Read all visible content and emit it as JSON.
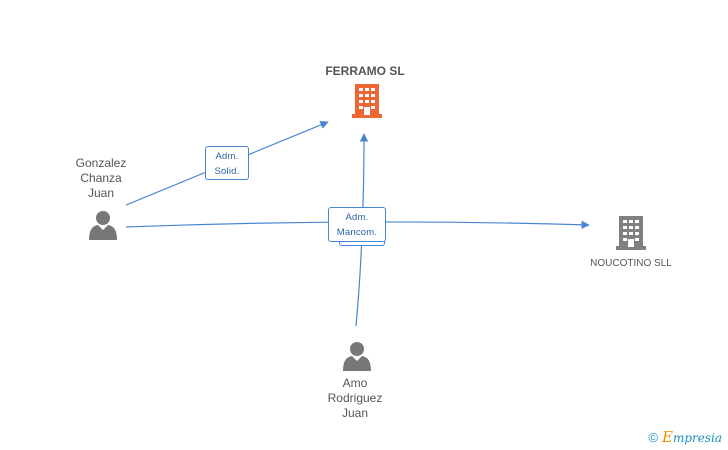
{
  "nodes": {
    "ferramo": {
      "label": "FERRAMO SL",
      "kind": "company",
      "color": "#ee6633"
    },
    "noucotino": {
      "label": "NOUCOTINO SLL",
      "kind": "company",
      "color": "#808080"
    },
    "gonzalez": {
      "lines": [
        "Gonzalez",
        "Chanza",
        "Juan"
      ],
      "kind": "person",
      "color": "#777777"
    },
    "amo": {
      "lines": [
        "Amo",
        "Rodriguez",
        "Juan"
      ],
      "kind": "person",
      "color": "#777777"
    }
  },
  "edges": [
    {
      "from": "gonzalez",
      "to": "ferramo",
      "lines": [
        "Adm.",
        "Solid."
      ]
    },
    {
      "from": "gonzalez",
      "to": "noucotino",
      "lines": [
        "Adm.",
        "Mancom."
      ]
    },
    {
      "from": "amo",
      "to": "ferramo",
      "lines": [
        "Adm.",
        "Mancom."
      ]
    }
  ],
  "colors": {
    "edge": "#4a86d0",
    "edge_text": "#2f64a8",
    "label": "#555555"
  },
  "watermark": {
    "copyright": "©",
    "brand_first": "E",
    "brand_rest": "mpresia"
  }
}
